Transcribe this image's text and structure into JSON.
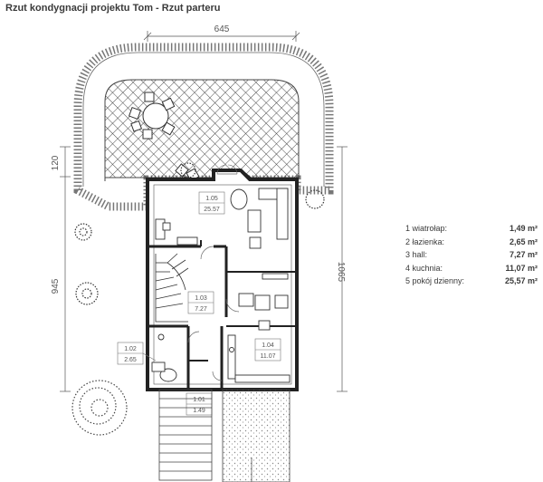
{
  "title": "Rzut kondygnacji projektu Tom - Rzut parteru",
  "dimensions": {
    "top": "645",
    "left_upper": "120",
    "left_lower": "945",
    "right": "1065"
  },
  "rooms": [
    {
      "id": "1.01",
      "area": "1.49"
    },
    {
      "id": "1.02",
      "area": "2.65"
    },
    {
      "id": "1.03",
      "area": "7.27"
    },
    {
      "id": "1.04",
      "area": "11.07"
    },
    {
      "id": "1.05",
      "area": "25.57"
    }
  ],
  "legend": [
    {
      "label": "1 wiatrołap:",
      "value": "1,49 m²"
    },
    {
      "label": "2 łazienka:",
      "value": "2,65 m²"
    },
    {
      "label": "3 hall:",
      "value": "7,27 m²"
    },
    {
      "label": "4 kuchnia:",
      "value": "11,07 m²"
    },
    {
      "label": "5 pokój dzienny:",
      "value": "25,57 m²"
    }
  ]
}
